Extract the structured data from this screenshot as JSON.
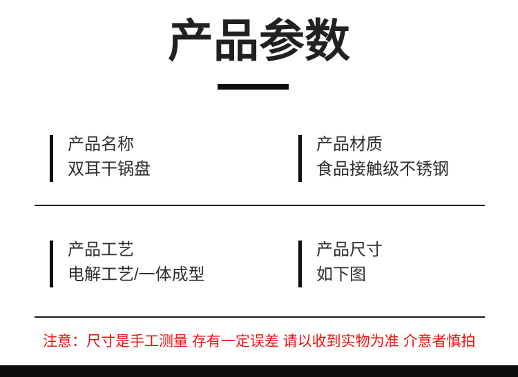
{
  "header": {
    "title": "产品参数"
  },
  "specs": [
    {
      "label": "产品名称",
      "value": "双耳干锅盘"
    },
    {
      "label": "产品材质",
      "value": "食品接触级不锈钢"
    },
    {
      "label": "产品工艺",
      "value": "电解工艺/一体成型"
    },
    {
      "label": "产品尺寸",
      "value": "如下图"
    }
  ],
  "note": {
    "text": "注意：尺寸是手工测量 存有一定误差 请以收到实物为准 介意者慎拍"
  },
  "colors": {
    "title_text": "#232021",
    "body_text": "#2e2e2e",
    "accent_bar": "#0f0f0f",
    "divider": "#1a1a1a",
    "note_text": "#ee1111",
    "footer_bar": "#0c0c0c",
    "background": "#ffffff"
  }
}
